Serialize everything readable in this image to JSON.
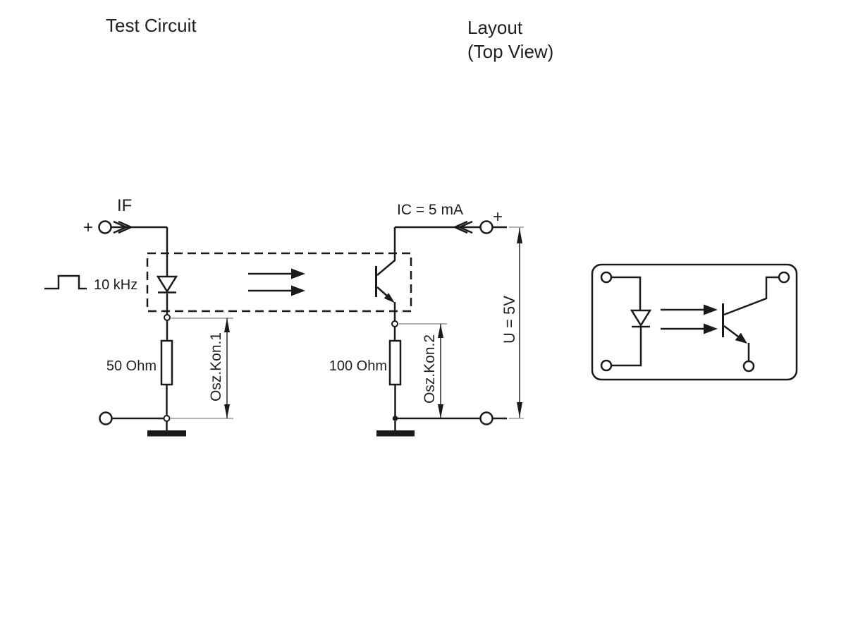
{
  "titles": {
    "test_circuit": "Test Circuit",
    "layout_line1": "Layout",
    "layout_line2": "(Top View)"
  },
  "test_circuit": {
    "input_current_label": "IF",
    "input_polarity": "+",
    "signal_frequency": "10 kHz",
    "resistor1_label": "50 Ohm",
    "scope1_label": "Osz.Kon.1",
    "output_current_label": "IC = 5 mA",
    "output_polarity": "+",
    "resistor2_label": "100 Ohm",
    "scope2_label": "Osz.Kon.2",
    "supply_voltage_label": "U = 5V"
  },
  "colors": {
    "line": "#1a1a1a",
    "text": "#1f1f1f",
    "extension_line": "#999999",
    "background": "#ffffff"
  }
}
